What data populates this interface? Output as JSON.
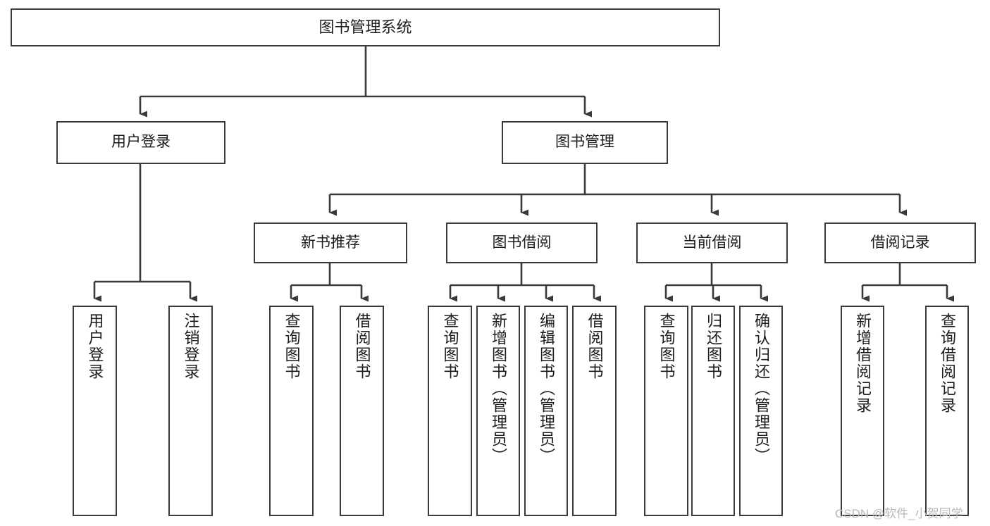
{
  "diagram": {
    "type": "tree-hierarchy-chart",
    "title": "图书管理系统",
    "line_color": "#3a3a3a",
    "box_fill": "#ffffff",
    "text_color": "#1c1c1c",
    "root": {
      "label": "图书管理系统"
    },
    "level2": [
      {
        "label": "用户登录"
      },
      {
        "label": "图书管理"
      }
    ],
    "level3": [
      {
        "label": "新书推荐"
      },
      {
        "label": "图书借阅"
      },
      {
        "label": "当前借阅"
      },
      {
        "label": "借阅记录"
      }
    ],
    "leaves": {
      "user_login": [
        {
          "label": "用户登录"
        },
        {
          "label": "注销登录"
        }
      ],
      "new_book_recommend": [
        {
          "label": "查询图书"
        },
        {
          "label": "借阅图书"
        }
      ],
      "book_borrow": [
        {
          "label": "查询图书"
        },
        {
          "label": "新增图书（管理员）"
        },
        {
          "label": "编辑图书（管理员）"
        },
        {
          "label": "借阅图书"
        }
      ],
      "current_borrow": [
        {
          "label": "查询图书"
        },
        {
          "label": "归还图书"
        },
        {
          "label": "确认归还（管理员）"
        }
      ],
      "borrow_record": [
        {
          "label": "新增借阅记录"
        },
        {
          "label": "查询借阅记录"
        }
      ]
    }
  },
  "watermark": {
    "text": "CSDN @软件_小贺同学"
  }
}
